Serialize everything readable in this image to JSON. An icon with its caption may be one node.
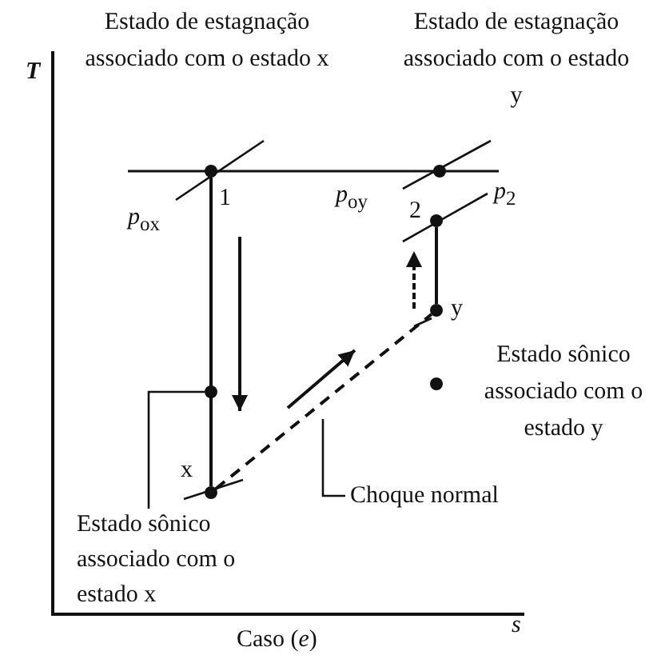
{
  "diagram": {
    "caption": "Caso (*e*)",
    "nodes": [
      {
        "text": [],
        "shape": "circle",
        "beside": [
          "1"
        ]
      },
      {
        "text": [],
        "shape": "circle"
      },
      {
        "text": [],
        "shape": "circle",
        "beside": [
          "2"
        ]
      },
      {
        "text": [],
        "shape": "circle",
        "beside": [
          "y"
        ]
      },
      {
        "text": [],
        "shape": "circle"
      },
      {
        "text": [],
        "shape": "circle",
        "beside": [
          "x"
        ]
      },
      {
        "text": [
          "Estado sônico associado com o estado x"
        ]
      },
      {
        "text": [
          "Choque normal"
        ]
      },
      {
        "text": [],
        "shape": "circle",
        "beside": [
          "Estado sônico associado com o estado y"
        ]
      }
    ],
    "edges": [
      {
        "from": 0,
        "to": 5,
        "arrow": "none"
      },
      {
        "from": 3,
        "to": 2,
        "arrow": "none"
      },
      {
        "from": 5,
        "to": 3,
        "arrow": "none",
        "style": "dashed"
      },
      {
        "from": 6,
        "to": 4,
        "arrow": "none"
      },
      {
        "from": 7,
        "to": null,
        "arrow": "none"
      }
    ],
    "labels": [
      "Estado de estagnação associado com o estado x",
      "Estado de estagnação associado com o estado y",
      "T",
      "*p*$_{ox}$",
      "*p*$_{oy}$",
      "*p*$_{2}$",
      "s"
    ]
  }
}
